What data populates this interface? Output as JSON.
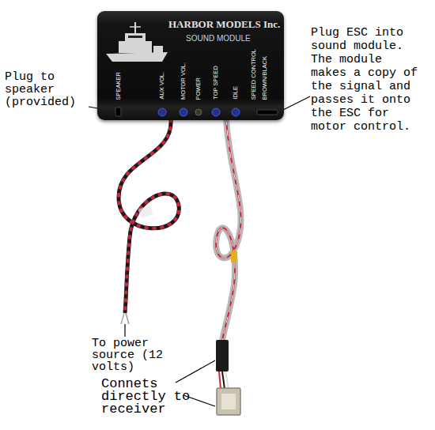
{
  "diagram": {
    "nodes": [
      {
        "text": [
          "HARBOR MODELS Inc.",
          "SOUND MODULE",
          "SPEAKER",
          "AUX VOL.",
          "MOTOR VOL.",
          "POWER",
          "TOP SPEED",
          "IDLE",
          "SPEED CONTROL",
          "BROWN/BLACK"
        ]
      }
    ],
    "labels": [
      "Plug ESC into sound module. The module makes a copy of the signal and passes it onto the ESC for motor control.",
      "Plug to speaker (provided)",
      "To power source (12 volts)",
      "Connets directly to receiver"
    ]
  }
}
